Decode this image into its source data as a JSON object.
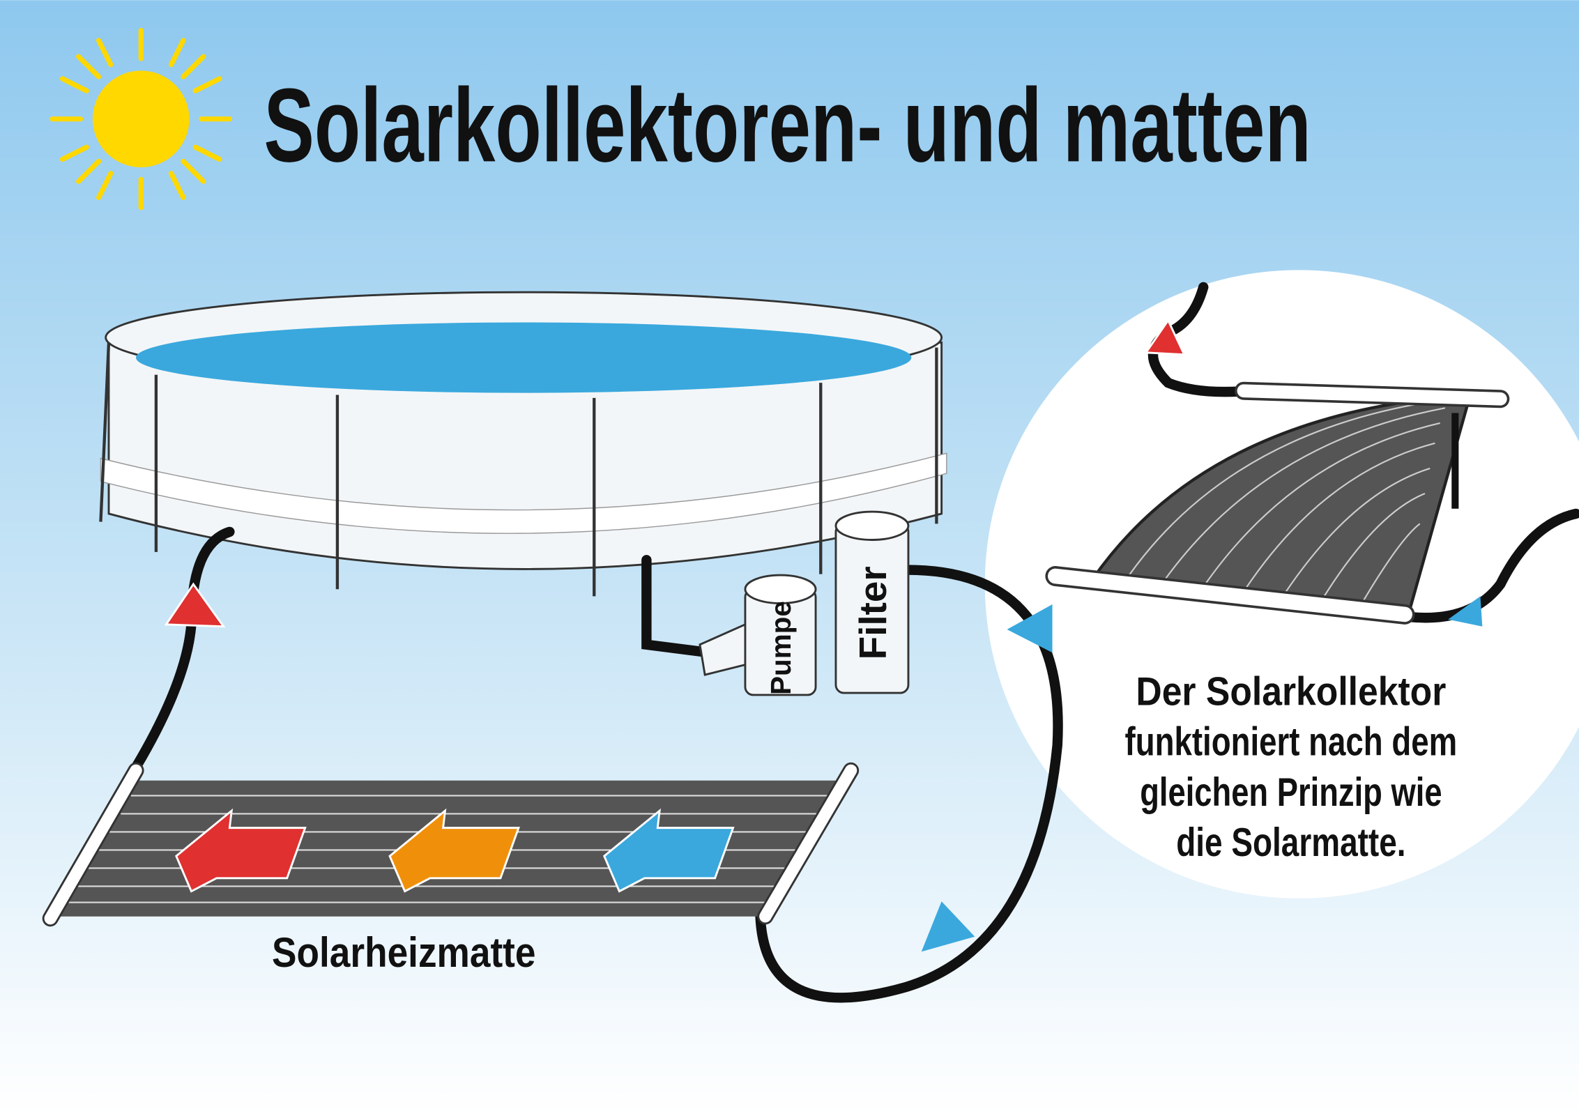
{
  "title": "Solarkollektoren- und matten",
  "labels": {
    "pump": "Pumpe",
    "filter": "Filter",
    "mat": "Solarheizmatte"
  },
  "collector_note": {
    "lines": [
      "Der Solarkollektor",
      "funktioniert nach dem",
      "gleichen Prinzip wie",
      "die Solarmatte."
    ]
  },
  "colors": {
    "sky_top": "#8ec8ee",
    "sun": "#ffd800",
    "water": "#3aa8dd",
    "hot": "#e03030",
    "warm": "#f0900a",
    "cold": "#3aa8dd",
    "mat": "#555555"
  }
}
